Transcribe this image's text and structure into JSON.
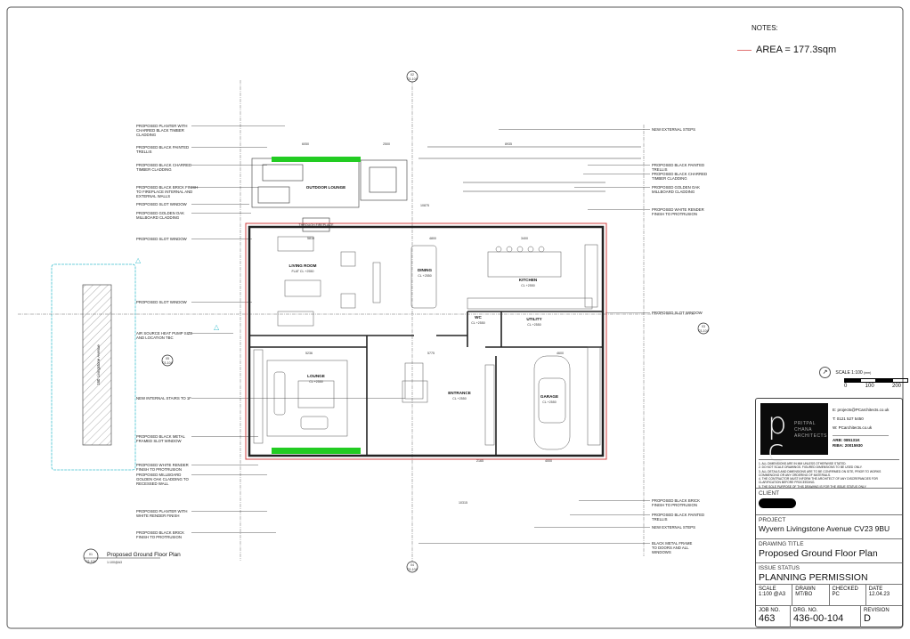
{
  "notes": {
    "heading": "NOTES:",
    "area_label": "AREA = 177.3sqm",
    "area_line_color": "#e07070"
  },
  "drawing": {
    "title": "Proposed Ground Floor Plan",
    "ref_number": "01",
    "ref_sheet": "03-104",
    "scale_note": "1:100@A3",
    "site_label": "160 Livingstone Avenue",
    "planter_color": "#22cc22",
    "outline_color": "#d04040",
    "site_color": "#40c0d0",
    "rooms": [
      {
        "name": "OUTDOOR LOUNGE"
      },
      {
        "name": "LIVING ROOM",
        "tag": "FLAT CL +2550"
      },
      {
        "name": "DINING",
        "tag": "CL +2550"
      },
      {
        "name": "KITCHEN",
        "tag": "CL +2550"
      },
      {
        "name": "WC",
        "tag": "CL +2550"
      },
      {
        "name": "UTILITY",
        "tag": "CL +2550"
      },
      {
        "name": "LOUNGE",
        "tag": "CL +2550"
      },
      {
        "name": "ENTRANCE",
        "tag": "CL +2550"
      },
      {
        "name": "GARAGE",
        "tag": "CL +2550"
      },
      {
        "name": "THROUGH FIREPLACE"
      }
    ],
    "dims": [
      "6050",
      "2500",
      "8935",
      "10875",
      "5810",
      "4800",
      "3400",
      "5236",
      "5775",
      "4600",
      "4000",
      "2165",
      "10315"
    ],
    "left_callouts": [
      [
        "PROPOSED PLANTER WITH",
        "CHARRED BLACK TIMBER",
        "CLADDING"
      ],
      [
        "PROPOSED BLACK PAINTED",
        "TRELLIS"
      ],
      [
        "PROPOSED BLACK CHARRED",
        "TIMBER CLADDING"
      ],
      [
        "PROPOSED BLACK BRICK FINISH",
        "TO FIREPLACE INTERNAL AND",
        "EXTERNAL WALLS"
      ],
      [
        "PROPOSED SLOT WINDOW"
      ],
      [
        "PROPOSED GOLDEN OAK",
        "MILLBOARD CLADDING"
      ],
      [
        "PROPOSED SLOT WINDOW"
      ],
      [
        "PROPOSED SLOT WINDOW"
      ],
      [
        "AIR SOURCE HEAT PUMP SIZE",
        "AND LOCATION TBC"
      ],
      [
        "NEW INTERNAL STAIRS TO 1F"
      ],
      [
        "PROPOSED BLACK METAL",
        "FRAMED SLOT WINDOW"
      ],
      [
        "PROPOSED WHITE RENDER",
        "FINISH TO PROTRUSION"
      ],
      [
        "PROPOSED MILLBOARD",
        "GOLDEN OAK CLADDING TO",
        "RECESSED WALL"
      ],
      [
        "PROPOSED PLANTER WITH",
        "WHITE RENDER FINISH"
      ],
      [
        "PROPOSED BLACK BRICK",
        "FINISH TO PROTRUSION"
      ]
    ],
    "right_callouts": [
      [
        "NEW EXTERNAL STEPS"
      ],
      [
        "PROPOSED BLACK PAINTED",
        "TRELLIS"
      ],
      [
        "PROPOSED BLACK CHARRED",
        "TIMBER CLADDING"
      ],
      [
        "PROPOSED GOLDEN OAK",
        "MILLBOARD CLADDING"
      ],
      [
        "PROPOSED WHITE RENDER",
        "FINISH TO PROTRUSION"
      ],
      [
        "PROPOSED SLOT WINDOW"
      ],
      [
        "PROPOSED BLACK BRICK",
        "FINISH TO PROTRUSION"
      ],
      [
        "PROPOSED BLACK PAINTED",
        "TRELLIS"
      ],
      [
        "NEW EXTERNAL STEPS"
      ],
      [
        "BLACK METAL FRAME",
        "TO DOORS AND ALL",
        "WINDOWS"
      ]
    ],
    "section_markers": [
      {
        "num": "02",
        "sheet": "03-104"
      },
      {
        "num": "03",
        "sheet": "03-104"
      },
      {
        "num": "04",
        "sheet": "03-104"
      },
      {
        "num": "05",
        "sheet": "03-104"
      }
    ]
  },
  "scale_bar": {
    "label": "SCALE 1:100",
    "unit": "(mm)",
    "ticks": [
      "0",
      "100",
      "200"
    ]
  },
  "title_block": {
    "logo_mono": "PC",
    "firm_lines": [
      "PRITPAL",
      "CHANA",
      "ARCHITECTS"
    ],
    "email": "E: projects@PCarchitects.co.uk",
    "phone": "T: 0121 527 5450",
    "web": "W: PCarchitects.co.uk",
    "arb": "ARB: 085131K",
    "riba": "RIBA: 20015930",
    "disclaimers": [
      "1.  ALL DIMENSIONS ARE IN MM UNLESS OTHERWISE STATED.",
      "2.  DO NOT SCALE DRAWINGS. FIGURED DIMENSIONS TO BE USED ONLY.",
      "3.  ALL DETAILS AND DIMENSIONS ARE TO BE CONFIRMED ON SITE, PRIOR TO WORKS COMMENCING OR ANY ORDERING OF MATERIALS.",
      "4.  THE CONTRACTOR MUST INFORM THE ARCHITECT OF ANY DISCREPANCIES FOR CLARIFICATION BEFORE PROCEEDING.",
      "5.  THE SOLE PURPOSE OF THIS DRAWING IS FOR THE ISSUE STATUS ONLY."
    ],
    "client_label": "CLIENT",
    "project_label": "PROJECT",
    "project": "Wyvern Livingstone Avenue CV23 9BU",
    "drawing_title_label": "DRAWING TITLE",
    "drawing_title": "Proposed Ground Floor Plan",
    "issue_status_label": "ISSUE STATUS",
    "issue_status": "PLANNING PERMISSION",
    "scale_label": "SCALE",
    "scale": "1:100 @A3",
    "drawn_label": "DRAWN",
    "drawn": "MT/BO",
    "checked_label": "CHECKED",
    "checked": "PC",
    "date_label": "DATE",
    "date": "12.04.23",
    "job_label": "JOB NO.",
    "job": "463",
    "drg_label": "DRG. NO.",
    "drg": "436-00-104",
    "revision_label": "REVISION",
    "revision": "D"
  }
}
